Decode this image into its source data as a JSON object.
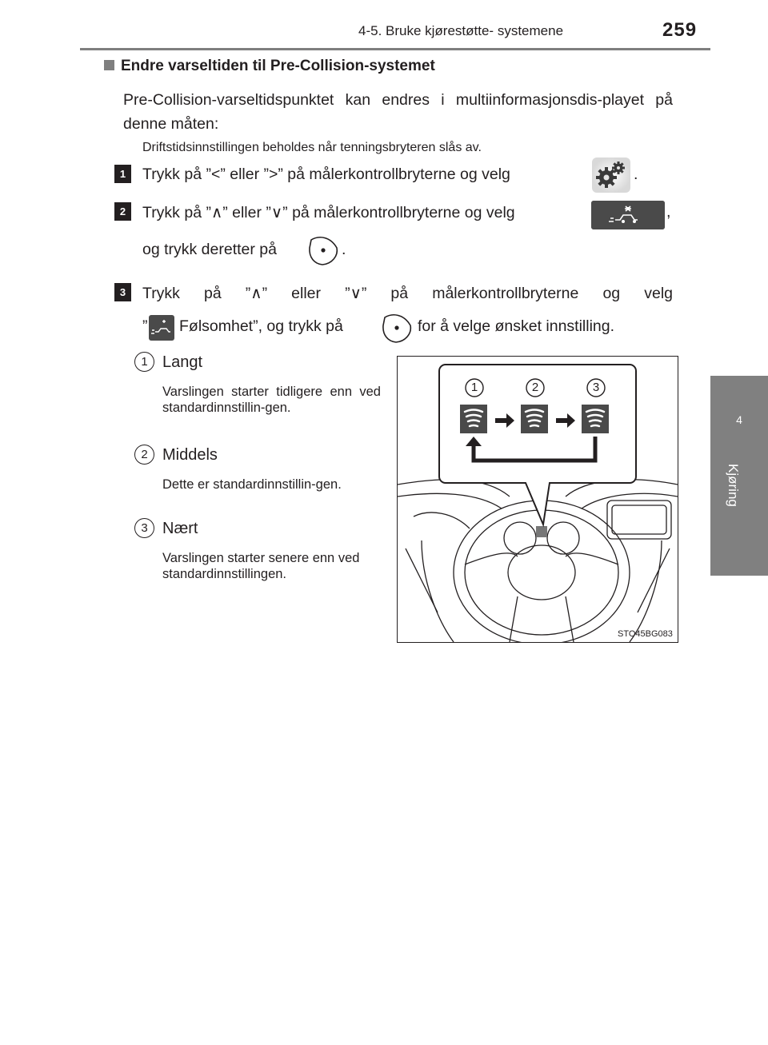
{
  "header": {
    "title": "4-5. Bruke kjørestøtte- systemene",
    "page_number": "259"
  },
  "side_tab": {
    "chapter_number": "4",
    "chapter_label": "Kjøring"
  },
  "section": {
    "heading": "Endre varseltiden til Pre-Collision-systemet",
    "intro": "Pre-Collision-varseltidspunktet kan endres i multiinformasjonsdis-playet på denne måten:",
    "note": "Driftstidsinnstillingen beholdes når tenningsbryteren slås av."
  },
  "steps": [
    {
      "number": "1",
      "text_a": "Trykk på ”<” eller ”>” på målerkontrollbryterne og velg",
      "text_b": "."
    },
    {
      "number": "2",
      "text_a": "Trykk på ”∧” eller ”∨” på målerkontrollbryterne og velg",
      "text_b": ",",
      "text_c": "og trykk deretter på",
      "text_d": "."
    },
    {
      "number": "3",
      "text_a": "Trykk på ”∧” eller ”∨” på målerkontrollbryterne og velg",
      "text_b": "”",
      "text_c": "Følsomhet”, og trykk på",
      "text_d": "for å velge ønsket innstilling."
    }
  ],
  "settings": [
    {
      "number": "1",
      "label": "Langt",
      "desc": "Varslingen starter tidligere enn ved standardinnstillin-gen."
    },
    {
      "number": "2",
      "label": "Middels",
      "desc": "Dette er standardinnstillin-gen."
    },
    {
      "number": "3",
      "label": "Nært",
      "desc": "Varslingen starter senere enn ved standardinnstillingen."
    }
  ],
  "figure": {
    "code": "STO45BG083",
    "callouts": [
      "1",
      "2",
      "3"
    ]
  },
  "icons": {
    "settings": "gear-icon",
    "pcs": "pre-collision-icon",
    "enter": "enter-button-icon",
    "sensitivity": "warning-bars-icon"
  },
  "colors": {
    "text": "#231f20",
    "tab": "#808080",
    "rule": "#7f7f7f",
    "icon_bg": "#4a4a4a"
  }
}
